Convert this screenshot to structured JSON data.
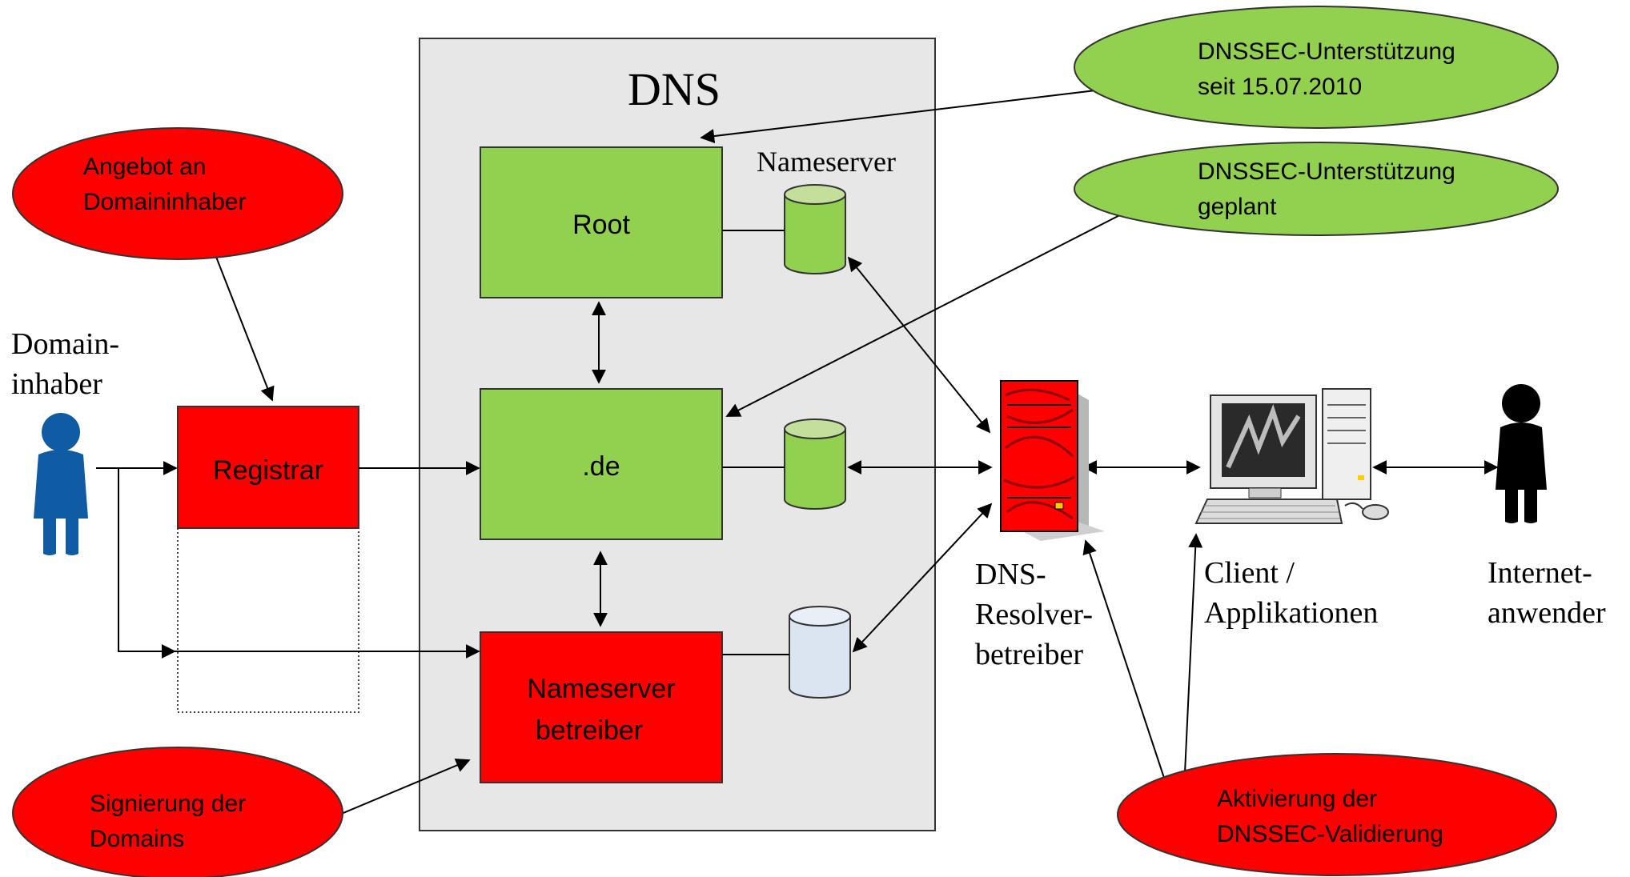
{
  "dns_zone": {
    "title": "DNS",
    "nameserver_label": "Nameserver"
  },
  "boxes": {
    "root": "Root",
    "de": ".de",
    "nameserver_betreiber": [
      "Nameserver",
      "betreiber"
    ],
    "registrar": "Registrar"
  },
  "actors": {
    "domaininhaber": [
      "Domain-",
      "inhaber"
    ],
    "resolver": [
      "DNS-",
      "Resolver-",
      "betreiber"
    ],
    "client": [
      "Client /",
      "Applikationen"
    ],
    "internetanwender": [
      "Internet-",
      "anwender"
    ]
  },
  "callouts": {
    "angebot": [
      "Angebot an",
      "Domaininhaber"
    ],
    "signierung": [
      "Signierung der",
      "Domains"
    ],
    "dnssec_root": [
      "DNSSEC-Unterstützung",
      "seit 15.07.2010"
    ],
    "dnssec_de": [
      "DNSSEC-Unterstützung",
      "geplant"
    ],
    "aktivierung": [
      "Aktivierung der",
      "DNSSEC-Validierung"
    ]
  },
  "colors": {
    "red": "#ff0000",
    "green": "#92d050",
    "ellipse_green": "#92d050",
    "zone_gray": "#e7e7e7",
    "db_green": "#92d050",
    "db_blue": "#dbe5f1",
    "person_blue": "#0f5ba4"
  }
}
